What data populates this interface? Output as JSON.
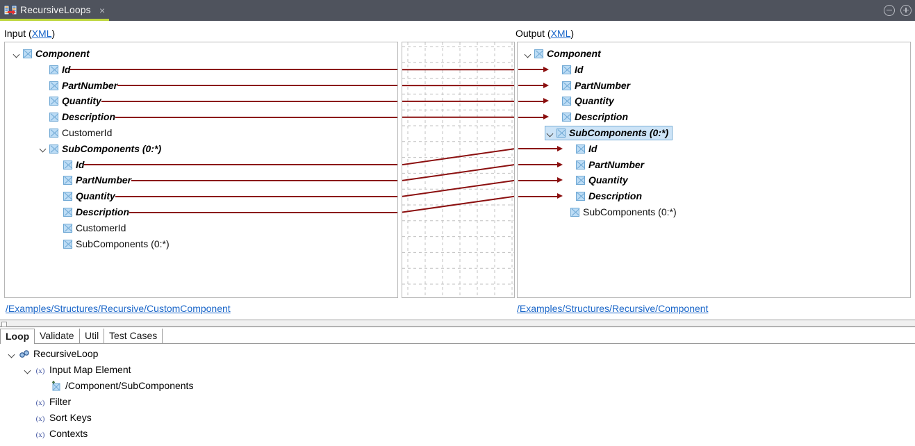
{
  "window": {
    "tab_title": "RecursiveLoops",
    "tab_icon": "mapping-icon",
    "close_glyph": "×",
    "minimize_glyph": "minus-circle-icon",
    "maximize_glyph": "plus-circle-icon",
    "accent_color": "#bdd63b",
    "titlebar_color": "#4f535d"
  },
  "headers": {
    "input_prefix": "Input (",
    "input_link": "XML",
    "input_suffix": ")",
    "output_prefix": "Output (",
    "output_link": "XML",
    "output_suffix": ")"
  },
  "input_tree": {
    "nodes": [
      {
        "label": "Component",
        "depth": 0,
        "twisty": "open",
        "mapped": true,
        "line": false
      },
      {
        "label": "Id",
        "depth": 1,
        "twisty": "",
        "mapped": true,
        "line": true
      },
      {
        "label": "PartNumber",
        "depth": 1,
        "twisty": "",
        "mapped": true,
        "line": true
      },
      {
        "label": "Quantity",
        "depth": 1,
        "twisty": "",
        "mapped": true,
        "line": true
      },
      {
        "label": "Description",
        "depth": 1,
        "twisty": "",
        "mapped": true,
        "line": true
      },
      {
        "label": "CustomerId",
        "depth": 1,
        "twisty": "",
        "mapped": false,
        "line": false
      },
      {
        "label": "SubComponents (0:*)",
        "depth": 1,
        "twisty": "open",
        "mapped": true,
        "line": false
      },
      {
        "label": "Id",
        "depth": 2,
        "twisty": "",
        "mapped": true,
        "line": true
      },
      {
        "label": "PartNumber",
        "depth": 2,
        "twisty": "",
        "mapped": true,
        "line": true
      },
      {
        "label": "Quantity",
        "depth": 2,
        "twisty": "",
        "mapped": true,
        "line": true
      },
      {
        "label": "Description",
        "depth": 2,
        "twisty": "",
        "mapped": true,
        "line": true
      },
      {
        "label": "CustomerId",
        "depth": 2,
        "twisty": "",
        "mapped": false,
        "line": false
      },
      {
        "label": "SubComponents (0:*)",
        "depth": 2,
        "twisty": "",
        "mapped": false,
        "line": false
      }
    ]
  },
  "output_tree": {
    "nodes": [
      {
        "label": "Component",
        "depth": 0,
        "twisty": "open",
        "mapped": true,
        "arrow": false,
        "selected": false
      },
      {
        "label": "Id",
        "depth": 1,
        "twisty": "",
        "mapped": true,
        "arrow": true,
        "selected": false
      },
      {
        "label": "PartNumber",
        "depth": 1,
        "twisty": "",
        "mapped": true,
        "arrow": true,
        "selected": false
      },
      {
        "label": "Quantity",
        "depth": 1,
        "twisty": "",
        "mapped": true,
        "arrow": true,
        "selected": false
      },
      {
        "label": "Description",
        "depth": 1,
        "twisty": "",
        "mapped": true,
        "arrow": true,
        "selected": false
      },
      {
        "label": "SubComponents (0:*)",
        "depth": 1,
        "twisty": "open",
        "mapped": true,
        "arrow": false,
        "selected": true
      },
      {
        "label": "Id",
        "depth": 2,
        "twisty": "",
        "mapped": true,
        "arrow": true,
        "selected": false
      },
      {
        "label": "PartNumber",
        "depth": 2,
        "twisty": "",
        "mapped": true,
        "arrow": true,
        "selected": false
      },
      {
        "label": "Quantity",
        "depth": 2,
        "twisty": "",
        "mapped": true,
        "arrow": true,
        "selected": false
      },
      {
        "label": "Description",
        "depth": 2,
        "twisty": "",
        "mapped": true,
        "arrow": true,
        "selected": false
      },
      {
        "label": "SubComponents (0:*)",
        "depth": 2,
        "twisty": "",
        "mapped": false,
        "arrow": false,
        "selected": false
      }
    ]
  },
  "mapping": {
    "line_color": "#8b0f0f",
    "grid_color": "#c0c0c0",
    "links": [
      {
        "from": 1,
        "to": 1
      },
      {
        "from": 2,
        "to": 2
      },
      {
        "from": 3,
        "to": 3
      },
      {
        "from": 4,
        "to": 4
      },
      {
        "from": 7,
        "to": 6
      },
      {
        "from": 8,
        "to": 7
      },
      {
        "from": 9,
        "to": 8
      },
      {
        "from": 10,
        "to": 9
      }
    ]
  },
  "paths": {
    "input": "/Examples/Structures/Recursive/CustomComponent",
    "output": "/Examples/Structures/Recursive/Component"
  },
  "bottom": {
    "tabs": [
      {
        "label": "Loop",
        "active": true
      },
      {
        "label": "Validate",
        "active": false
      },
      {
        "label": "Util",
        "active": false
      },
      {
        "label": "Test Cases",
        "active": false
      }
    ],
    "tree": [
      {
        "label": "RecursiveLoop",
        "depth": 0,
        "twisty": "open",
        "icon": "loop-icon"
      },
      {
        "label": "Input Map Element",
        "depth": 1,
        "twisty": "open",
        "icon": "function-icon"
      },
      {
        "label": "/Component/SubComponents",
        "depth": 2,
        "twisty": "",
        "icon": "xpath-icon"
      },
      {
        "label": "Filter",
        "depth": 1,
        "twisty": "",
        "icon": "function-icon"
      },
      {
        "label": "Sort Keys",
        "depth": 1,
        "twisty": "",
        "icon": "function-icon"
      },
      {
        "label": "Contexts",
        "depth": 1,
        "twisty": "",
        "icon": "function-icon"
      }
    ]
  }
}
